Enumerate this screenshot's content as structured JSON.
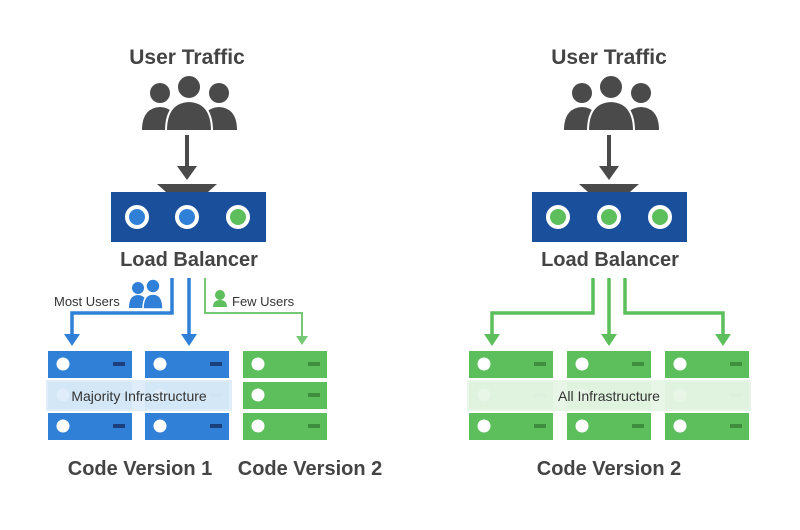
{
  "left_panel": {
    "traffic_title": "User Traffic",
    "balancer_label": "Load Balancer",
    "most_users_label": "Most Users",
    "few_users_label": "Few Users",
    "overlay_label": "Majority Infrastructure",
    "version1_label": "Code Version 1",
    "version2_label": "Code Version 2"
  },
  "right_panel": {
    "traffic_title": "User Traffic",
    "balancer_label": "Load Balancer",
    "overlay_label": "All Infrastructure",
    "version_label": "Code Version 2"
  },
  "colors": {
    "dark_gray": "#4a4a4a",
    "navy": "#1a4f9c",
    "blue": "#2f80d6",
    "green": "#5cbf5c",
    "light_green": "#76c776"
  }
}
